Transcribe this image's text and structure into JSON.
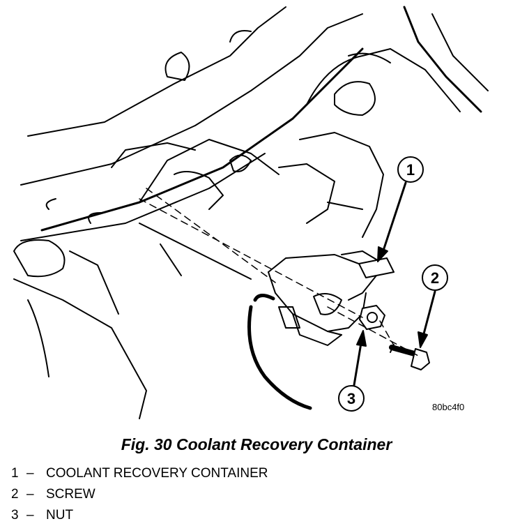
{
  "figure": {
    "caption": "Fig. 30 Coolant Recovery Container",
    "image_code": "80bc4f0",
    "callouts": [
      "1",
      "2",
      "3"
    ]
  },
  "legend": [
    {
      "num": "1",
      "sep": "–",
      "text": "COOLANT RECOVERY CONTAINER"
    },
    {
      "num": "2",
      "sep": "–",
      "text": "SCREW"
    },
    {
      "num": "3",
      "sep": "–",
      "text": "NUT"
    }
  ],
  "colors": {
    "ink": "#000000",
    "paper": "#ffffff"
  }
}
